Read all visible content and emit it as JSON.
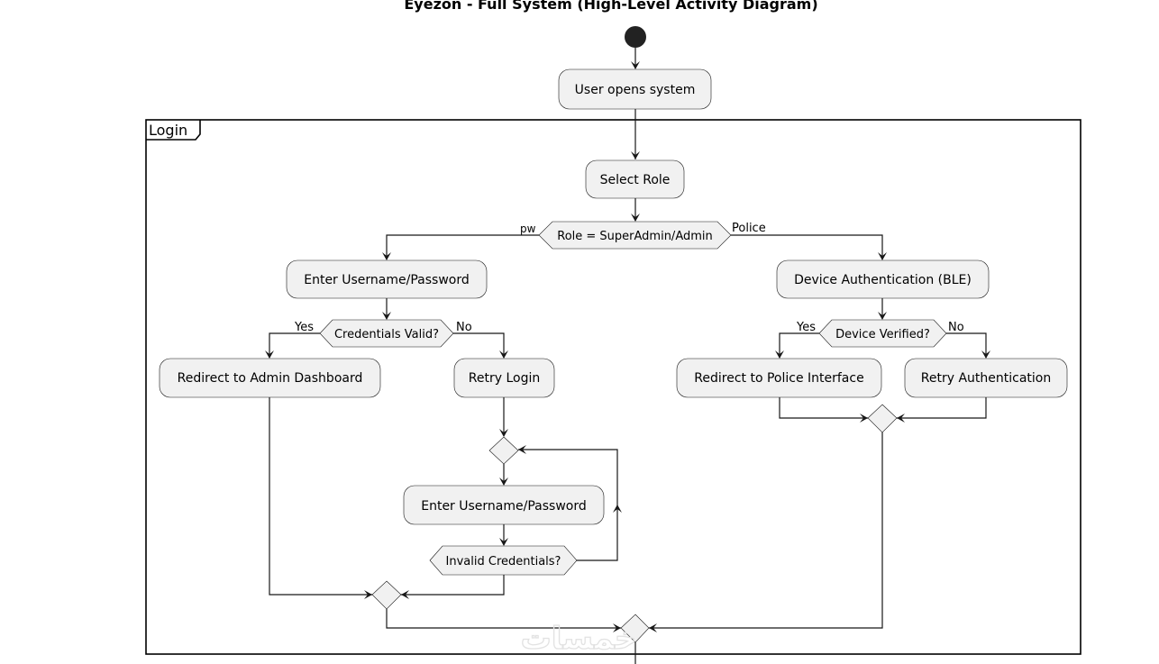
{
  "diagram": {
    "title": "Eyezon - Full System (High-Level Activity Diagram)",
    "partition_label": "Login",
    "watermark": "خمسات",
    "nodes": {
      "user_opens": "User opens system",
      "select_role": "Select Role",
      "role_decision": "Role = SuperAdmin/Admin",
      "enter_credentials": "Enter Username/Password",
      "credentials_valid": "Credentials Valid?",
      "redirect_admin": "Redirect to Admin Dashboard",
      "retry_login": "Retry Login",
      "enter_credentials_loop": "Enter Username/Password",
      "invalid_credentials": "Invalid Credentials?",
      "device_auth": "Device Authentication (BLE)",
      "device_verified": "Device Verified?",
      "redirect_police": "Redirect to Police Interface",
      "retry_auth": "Retry Authentication"
    },
    "edge_labels": {
      "role_yes": "pw",
      "role_no": "Police",
      "cred_yes": "Yes",
      "cred_no": "No",
      "device_yes": "Yes",
      "device_no": "No"
    }
  }
}
